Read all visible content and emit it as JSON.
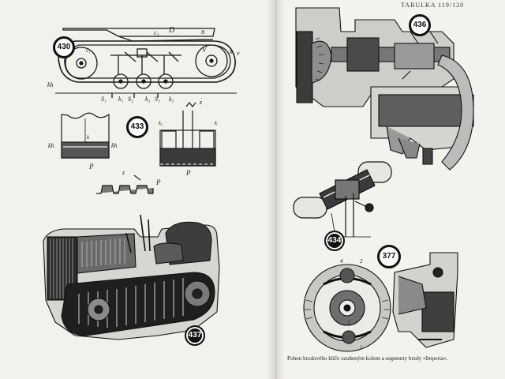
{
  "header": {
    "plate": "TABULKA 119/120"
  },
  "figures": {
    "fig_430": {
      "number": "430",
      "labels": [
        "c₂",
        "D",
        "n",
        "c₁",
        "V",
        "k",
        "v",
        "kh",
        "S₁",
        "k₁",
        "S₂",
        "k₂",
        "S₃",
        "k₃"
      ]
    },
    "fig_433": {
      "number": "433",
      "labels": [
        "kh",
        "k",
        "kh",
        "P"
      ]
    },
    "fig_434_left": {
      "labels": [
        "z",
        "k₁",
        "k",
        "P"
      ]
    },
    "fig_rack": {
      "labels": [
        "z",
        "P"
      ]
    },
    "fig_437": {
      "number": "437"
    },
    "fig_436": {
      "number": "436"
    },
    "fig_434": {
      "number": "434"
    },
    "fig_377": {
      "number": "377",
      "labels": [
        "4",
        "2",
        "3",
        "1"
      ]
    }
  },
  "caption": "Pohon brzdového klíče ozubeným kolem a segmenty brzdy »Imperia«."
}
